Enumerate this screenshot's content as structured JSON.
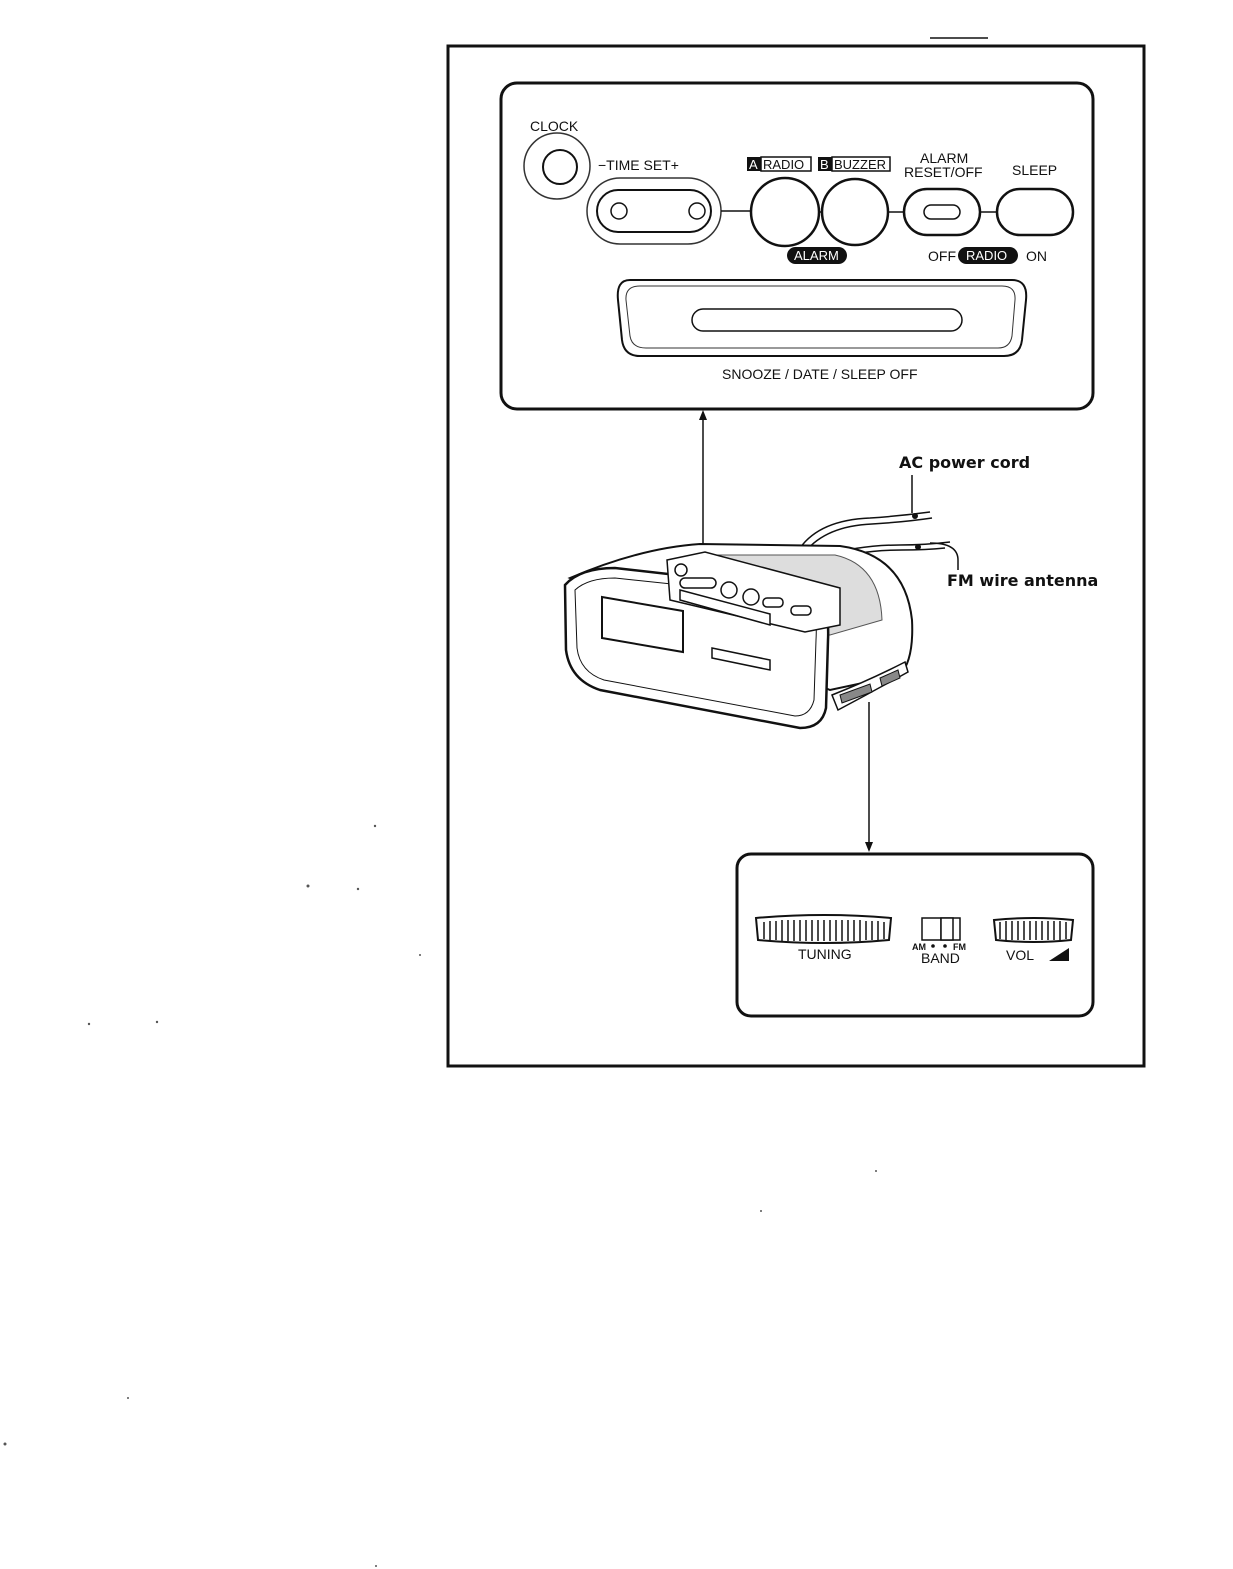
{
  "top_panel": {
    "clock_label": "CLOCK",
    "time_set_label": "−TIME SET+",
    "alarm_a_letter": "A",
    "alarm_a_label": "RADIO",
    "alarm_b_letter": "B",
    "alarm_b_label": "BUZZER",
    "alarm_label": "ALARM",
    "alarm_reset_line1": "ALARM",
    "alarm_reset_line2": "RESET/OFF",
    "sleep_label": "SLEEP",
    "radio_off_label": "OFF",
    "radio_label": "RADIO",
    "radio_on_label": "ON",
    "snooze_label": "SNOOZE / DATE / SLEEP OFF"
  },
  "callouts": {
    "ac_power_cord": "AC power cord",
    "fm_wire_antenna": "FM wire antenna"
  },
  "side_panel": {
    "tuning_label": "TUNING",
    "band_label": "BAND",
    "band_am": "AM",
    "band_fm": "FM",
    "vol_label": "VOL"
  }
}
